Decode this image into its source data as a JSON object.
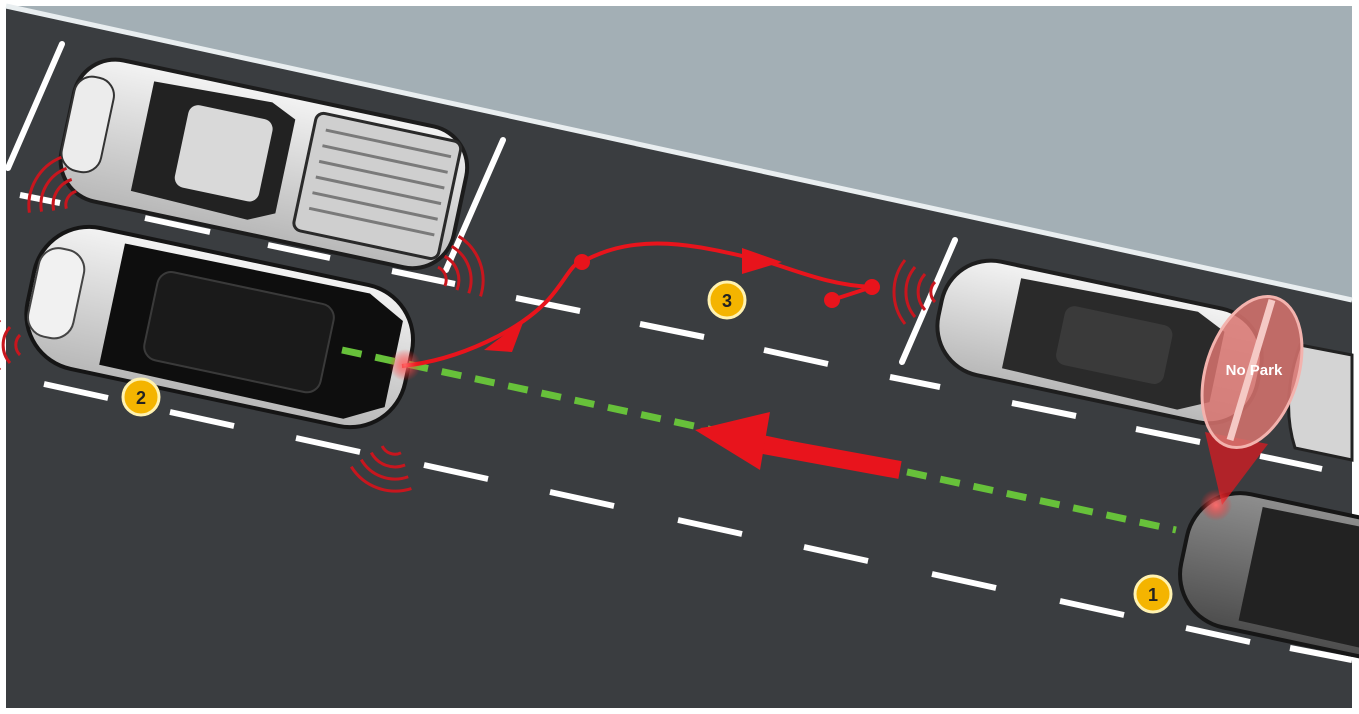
{
  "colors": {
    "background": "#ffffff",
    "curb_area": "#a3afb5",
    "asphalt": "#3a3d40",
    "lane_marking": "#ffffff",
    "sensor_waves": "#c8161e",
    "trajectory": "#e8141c",
    "scan_line": "#67c13a",
    "step_marker_fill": "#f4b400",
    "no_parking_sign": "#d8736e"
  },
  "icons": {
    "scan": "dashed-scan-line",
    "sensor": "ultrasonic-wave-arcs",
    "marker": "numbered-circle-badge",
    "direction": "arrowhead"
  },
  "steps": [
    {
      "id": "step-1",
      "label": "1"
    },
    {
      "id": "step-2",
      "label": "2"
    },
    {
      "id": "step-3",
      "label": "3"
    }
  ],
  "sign": {
    "label": "No Park"
  }
}
